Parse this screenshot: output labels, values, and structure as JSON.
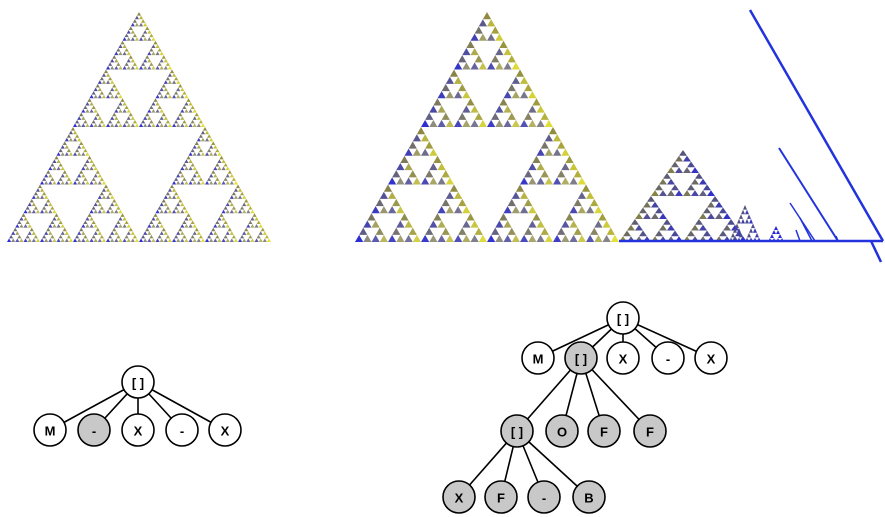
{
  "colors": {
    "blue": "#2a2ad8",
    "slate": "#55557a",
    "olive": "#8e8a3e",
    "yellow": "#e7e436",
    "line": "#2233dd",
    "node_white": "#ffffff",
    "node_gray": "#c8c8c8",
    "node_stroke": "#000000"
  },
  "fractal_left": {
    "depth": 6,
    "corner_colors": [
      "blue",
      "olive",
      "yellow"
    ]
  },
  "fractal_right": {
    "depth": 5,
    "corner_colors": [
      "blue",
      "olive",
      "yellow"
    ]
  },
  "tree_left": {
    "root": {
      "label": "[ ]",
      "fill": "white"
    },
    "children": [
      {
        "label": "M",
        "fill": "white"
      },
      {
        "label": "-",
        "fill": "gray"
      },
      {
        "label": "X",
        "fill": "white"
      },
      {
        "label": "-",
        "fill": "white"
      },
      {
        "label": "X",
        "fill": "white"
      }
    ]
  },
  "tree_right": {
    "root": {
      "label": "[ ]",
      "fill": "white"
    },
    "level1": [
      {
        "label": "M",
        "fill": "white"
      },
      {
        "label": "[ ]",
        "fill": "gray"
      },
      {
        "label": "X",
        "fill": "white"
      },
      {
        "label": "-",
        "fill": "white"
      },
      {
        "label": "X",
        "fill": "white"
      }
    ],
    "level2": [
      {
        "label": "[ ]",
        "fill": "gray"
      },
      {
        "label": "O",
        "fill": "gray"
      },
      {
        "label": "F",
        "fill": "gray"
      },
      {
        "label": "F",
        "fill": "gray"
      }
    ],
    "level3": [
      {
        "label": "X",
        "fill": "gray"
      },
      {
        "label": "F",
        "fill": "gray"
      },
      {
        "label": "-",
        "fill": "gray"
      },
      {
        "label": "B",
        "fill": "gray"
      }
    ]
  }
}
